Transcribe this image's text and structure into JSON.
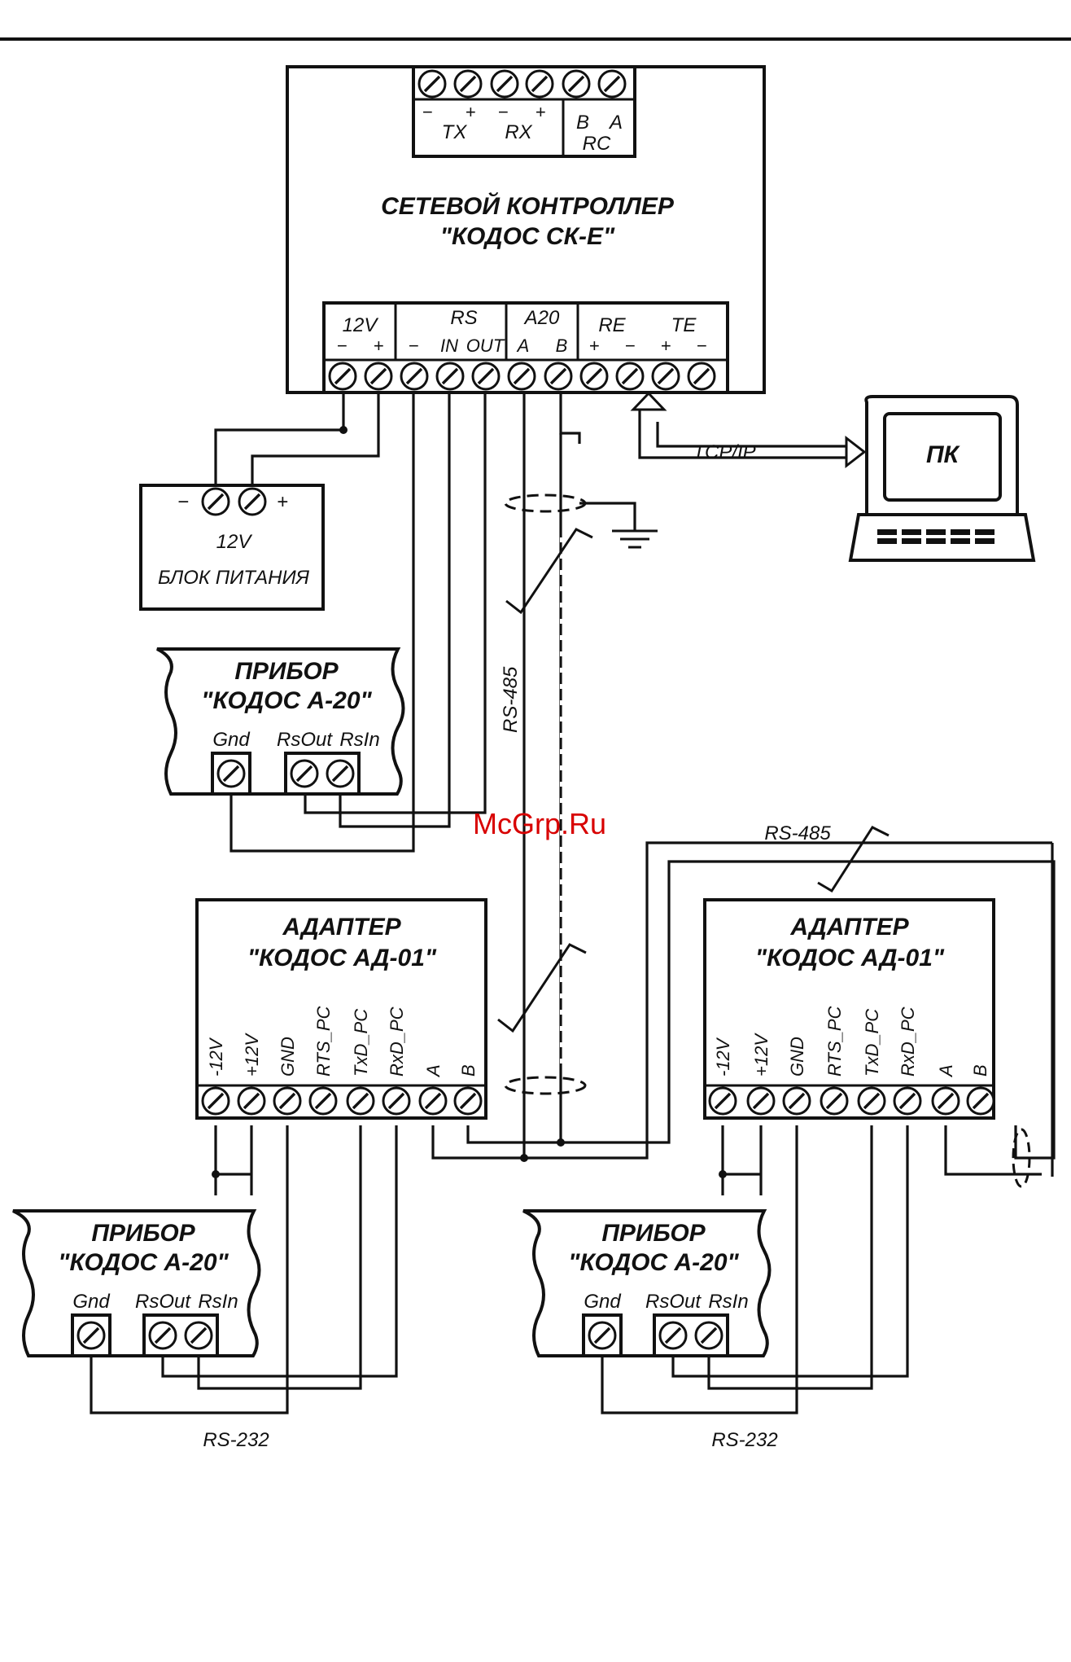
{
  "controller": {
    "title_line1": "СЕТЕВОЙ КОНТРОЛЛЕР",
    "title_line2": "\"КОДОС СК-Е\"",
    "top_terminals": {
      "tx": "TX",
      "rx": "RX",
      "rc": "RC",
      "b": "B",
      "a": "A"
    },
    "bottom_groups": {
      "power": "12V",
      "rs": "RS",
      "rs_in": "IN",
      "rs_out": "OUT",
      "a20": "A20",
      "a": "A",
      "b": "B",
      "re": "RE",
      "te": "TE"
    }
  },
  "power_supply": {
    "voltage": "12V",
    "name": "БЛОК ПИТАНИЯ"
  },
  "pc": {
    "name": "ПК",
    "link_label": "TCP/IP"
  },
  "devices": {
    "name_line1": "ПРИБОР",
    "name_line2": "\"КОДОС А-20\"",
    "gnd": "Gnd",
    "rsout": "RsOut",
    "rsin": "RsIn"
  },
  "adapters": {
    "name_line1": "АДАПТЕР",
    "name_line2": "\"КОДОС АД-01\"",
    "pins": [
      "-12V",
      "+12V",
      "GND",
      "RTS_PC",
      "TxD_PC",
      "RxD_PC",
      "A",
      "B"
    ]
  },
  "bus_labels": {
    "rs485": "RS-485",
    "rs232": "RS-232"
  },
  "symbols": {
    "plus": "+",
    "minus": "−"
  },
  "watermark": "McGrp.Ru"
}
